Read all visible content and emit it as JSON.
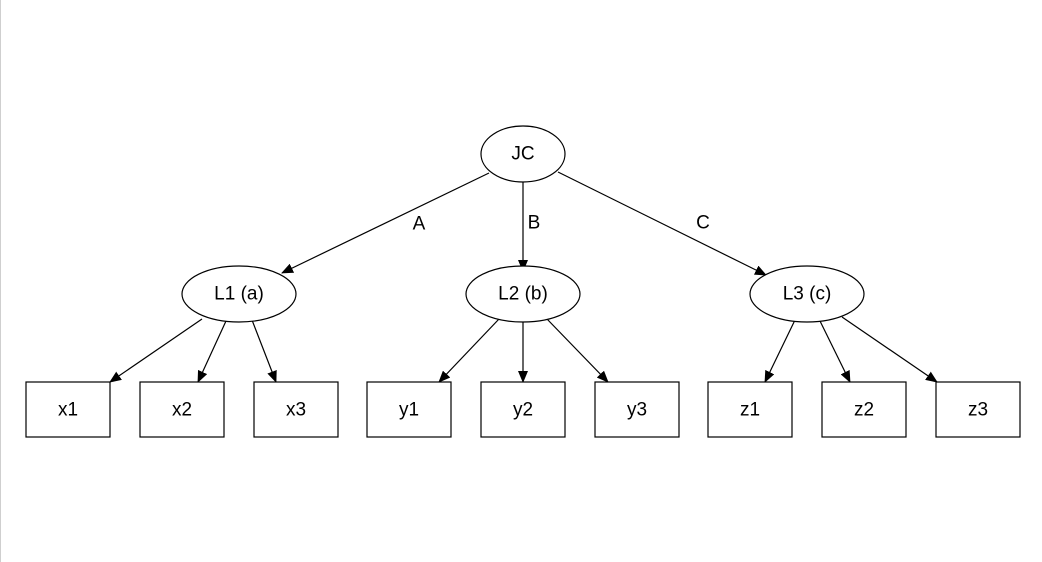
{
  "diagram": {
    "colors": {
      "stroke": "#000000",
      "node_fill": "#ffffff",
      "background": "#ffffff"
    },
    "nodes": {
      "jc": "JC",
      "l1": "L1 (a)",
      "l2": "L2 (b)",
      "l3": "L3 (c)",
      "x1": "x1",
      "x2": "x2",
      "x3": "x3",
      "y1": "y1",
      "y2": "y2",
      "y3": "y3",
      "z1": "z1",
      "z2": "z2",
      "z3": "z3"
    },
    "edges": [
      {
        "from": "jc",
        "to": "l1",
        "label": "A"
      },
      {
        "from": "jc",
        "to": "l2",
        "label": "B"
      },
      {
        "from": "jc",
        "to": "l3",
        "label": "C"
      },
      {
        "from": "l1",
        "to": "x1",
        "label": ""
      },
      {
        "from": "l1",
        "to": "x2",
        "label": ""
      },
      {
        "from": "l1",
        "to": "x3",
        "label": ""
      },
      {
        "from": "l2",
        "to": "y1",
        "label": ""
      },
      {
        "from": "l2",
        "to": "y2",
        "label": ""
      },
      {
        "from": "l2",
        "to": "y3",
        "label": ""
      },
      {
        "from": "l3",
        "to": "z1",
        "label": ""
      },
      {
        "from": "l3",
        "to": "z2",
        "label": ""
      },
      {
        "from": "l3",
        "to": "z3",
        "label": ""
      }
    ]
  }
}
